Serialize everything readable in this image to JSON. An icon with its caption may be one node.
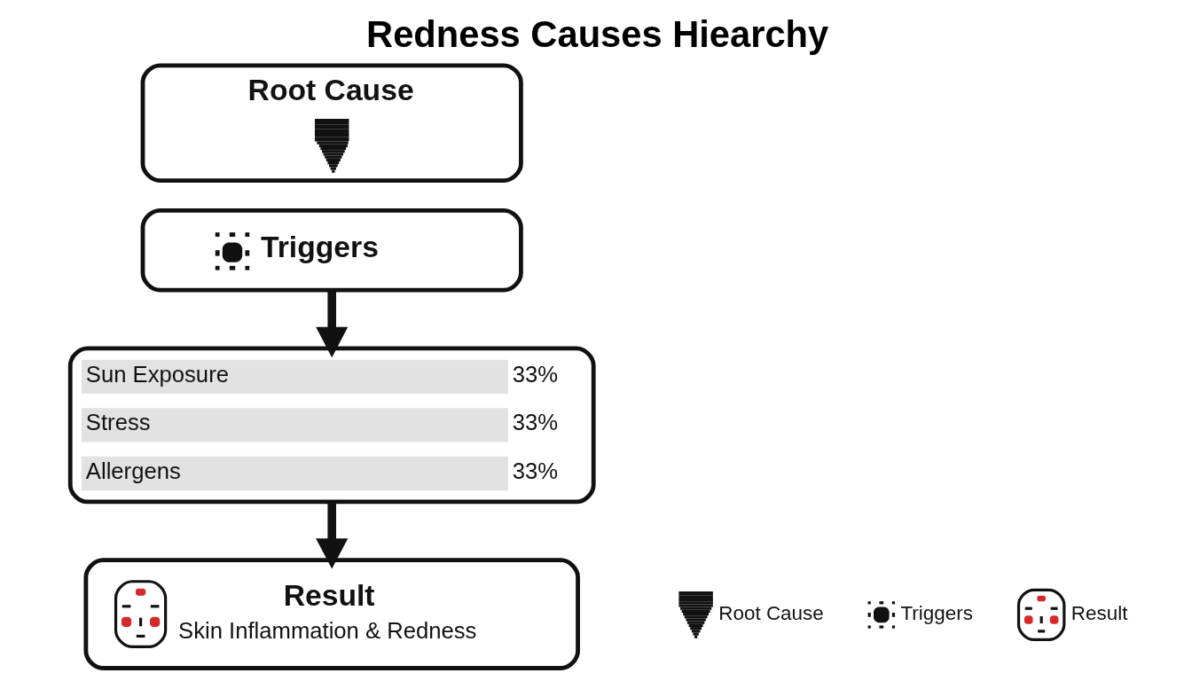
{
  "diagram": {
    "title": "Redness Causes Hiearchy",
    "nodes": [
      {
        "text": [
          "Root Cause"
        ]
      },
      {
        "text": [
          "Triggers"
        ]
      },
      {
        "text": [],
        "shape": "box"
      },
      {
        "text": [
          "Sun Exposure"
        ],
        "in": 2,
        "beside": [
          "33%"
        ]
      },
      {
        "text": [
          "Stress"
        ],
        "in": 2,
        "beside": [
          "33%"
        ]
      },
      {
        "text": [
          "Allergens"
        ],
        "in": 2,
        "beside": [
          "33%"
        ]
      },
      {
        "text": [
          "Result",
          "Skin Inflammation & Redness"
        ]
      }
    ],
    "edges": [
      {
        "from": 1,
        "to": 2,
        "arrow": "to"
      },
      {
        "from": 2,
        "to": 6,
        "arrow": "to"
      }
    ],
    "legend": [
      {
        "text": "Root Cause"
      },
      {
        "text": "Triggers"
      },
      {
        "text": "Result"
      }
    ]
  }
}
